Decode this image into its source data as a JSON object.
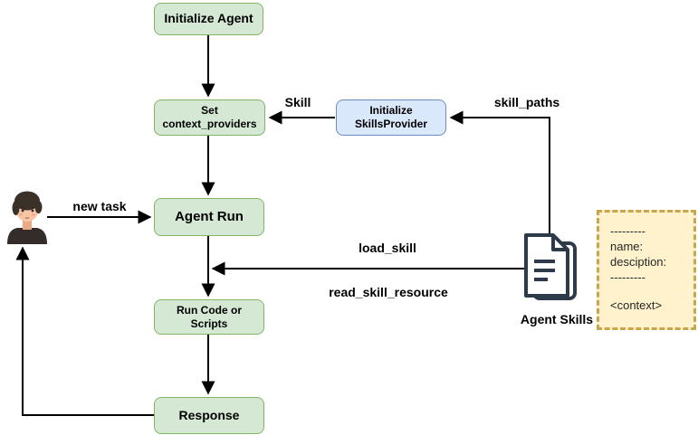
{
  "diagram": {
    "title": "Agent skills flow diagram",
    "colors": {
      "node_green_fill": "#d5e8d4",
      "node_green_border": "#82b366",
      "node_blue_fill": "#dae8fc",
      "node_blue_border": "#6c8ebf",
      "note_fill": "#fff2cc",
      "note_border": "#c8a64b",
      "connector": "#000000",
      "doc_icon": "#2d3a4a"
    },
    "nodes": {
      "initialize_agent": "Initialize Agent",
      "set_context_providers": "Set\ncontext_providers",
      "initialize_skills_provider": "Initialize\nSkillsProvider",
      "agent_run": "Agent Run",
      "run_code_or_scripts": "Run Code or\nScripts",
      "response": "Response"
    },
    "edge_labels": {
      "skill": "Skill",
      "skill_paths": "skill_paths",
      "new_task": "new task",
      "load_skill": "load_skill",
      "read_skill_resource": "read_skill_resource"
    },
    "artifact": {
      "label": "Agent Skills"
    },
    "note": {
      "lines": [
        "---------",
        "name:",
        "desciption:",
        "---------",
        "<context>"
      ]
    }
  }
}
